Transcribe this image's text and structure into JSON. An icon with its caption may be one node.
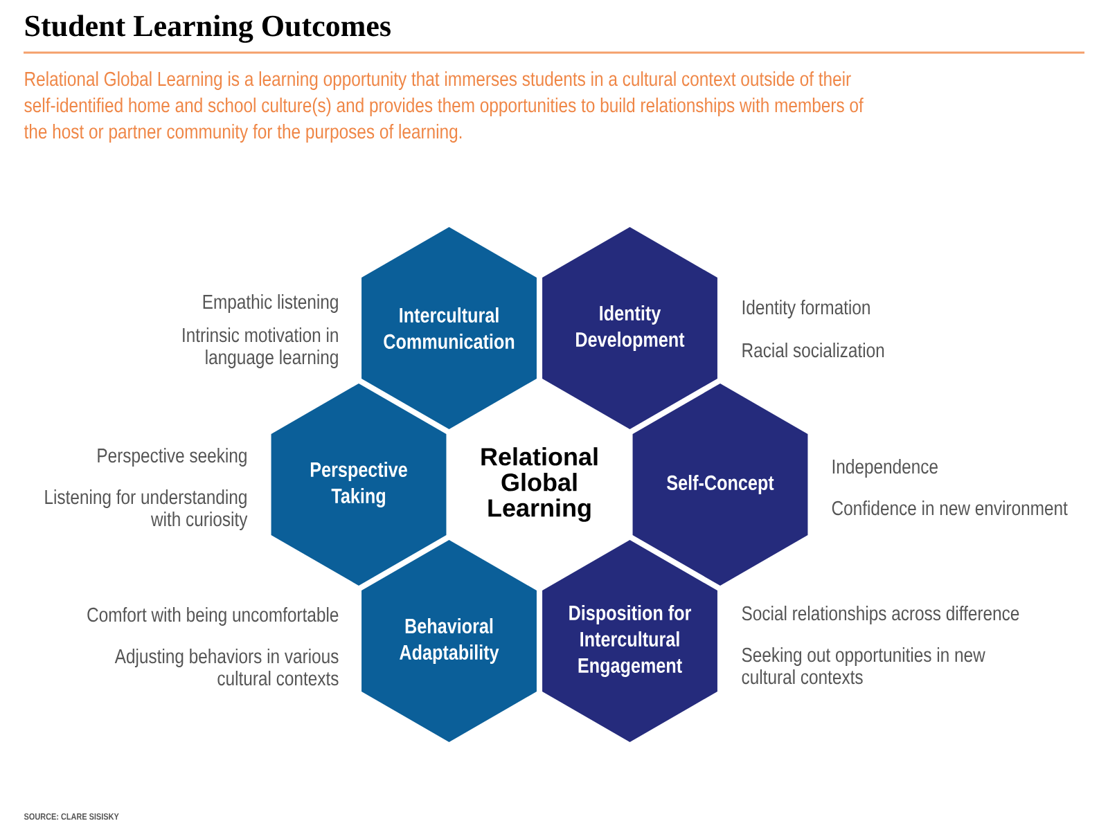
{
  "diagram": {
    "title": "Student Learning Outcomes",
    "nodes": [
      {
        "text": [
          "Intercultural Communication"
        ],
        "beside": [
          "Empathic listening",
          "Intrinsic motivation in language learning"
        ]
      },
      {
        "text": [
          "Identity Development"
        ],
        "beside": [
          "Identity formation",
          "Racial socialization"
        ]
      },
      {
        "text": [
          "Perspective Taking"
        ],
        "beside": [
          "Perspective seeking",
          "Listening for understanding with curiosity"
        ]
      },
      {
        "text": [
          "Relational Global Learning"
        ]
      },
      {
        "text": [
          "Self-Concept"
        ],
        "beside": [
          "Independence",
          "Confidence in new environment"
        ]
      },
      {
        "text": [
          "Behavioral Adaptability"
        ],
        "beside": [
          "Comfort with being uncomfortable",
          "Adjusting behaviors in various cultural contexts"
        ]
      },
      {
        "text": [
          "Disposition for Intercultural Engagement"
        ],
        "beside": [
          "Social relationships across difference",
          "Seeking out opportunities in new cultural contexts"
        ]
      }
    ],
    "labels": [
      "Relational Global Learning is a learning opportunity that immerses students in a cultural context outside of their self-identified home and school culture(s) and provides them opportunities to build relationships with members of the host or partner community for the purposes of learning.",
      "SOURCE: CLARE SISISKY"
    ]
  }
}
